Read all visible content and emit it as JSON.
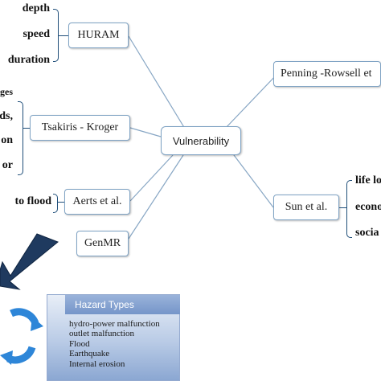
{
  "central": {
    "label": "Vulnerability"
  },
  "nodes": {
    "huram": "HURAM",
    "penning": "Penning -Rowsell et",
    "tsakiris": "Tsakiris - Kroger",
    "aerts": "Aerts et al.",
    "sun": "Sun et al.",
    "genmr": "GenMR"
  },
  "huram_factors": [
    "depth",
    "speed",
    "duration"
  ],
  "tsakiris_factors": [
    "ges",
    "ds,",
    "on",
    "or"
  ],
  "aerts_factor": "to flood",
  "sun_factors": [
    "life lo",
    "econo",
    "socia"
  ],
  "hazard_types": {
    "title": "Hazard Types",
    "items": [
      "hydro-power malfunction",
      "outlet malfunction",
      "Flood",
      "Earthquake",
      "Internal erosion"
    ]
  },
  "colors": {
    "connector": "#87a6c4",
    "bracket": "#1f4e79",
    "arrow": "#1f3a5f",
    "cycle": "#2e86d8",
    "panel": "#b9cbe6"
  }
}
